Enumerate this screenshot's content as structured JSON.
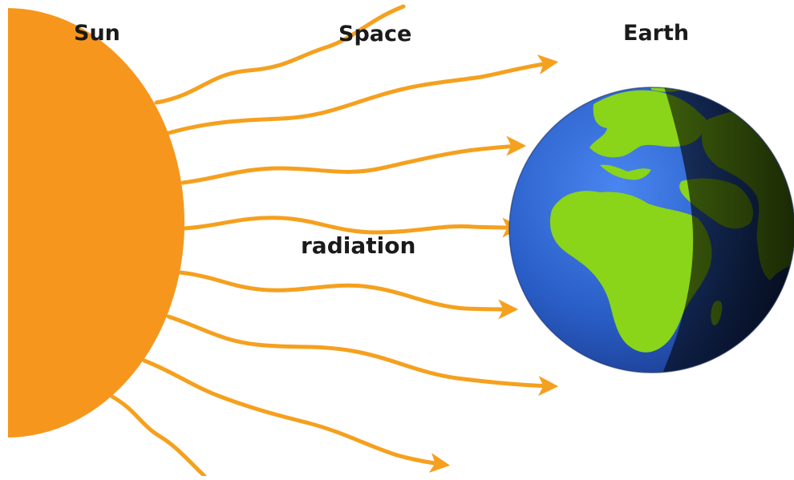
{
  "labels": {
    "sun": "Sun",
    "space": "Space",
    "earth": "Earth",
    "radiation": "radiation"
  },
  "colors": {
    "sun": "#f7961d",
    "ray": "#f5a01e",
    "ocean": "#2e63c8",
    "land": "#8ad41a",
    "night_shadow": "#000000"
  },
  "icons": {
    "sun": "sun-disc",
    "earth": "earth-globe",
    "ray": "wavy-arrow"
  }
}
